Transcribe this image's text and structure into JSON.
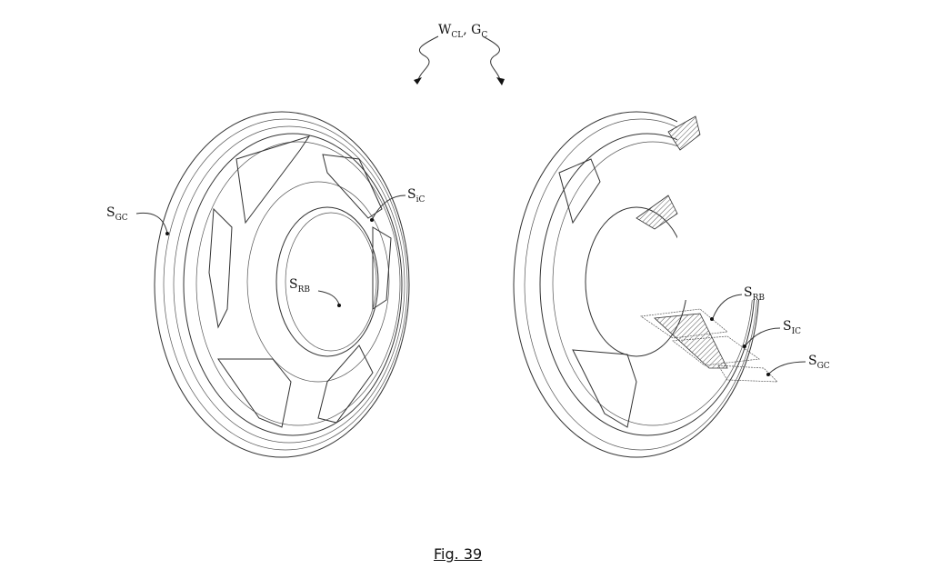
{
  "top_label": {
    "main_w": "W",
    "sub_w": "CL",
    "sep": ", ",
    "main_g": "G",
    "sub_g": "C"
  },
  "left_view": {
    "labels": [
      {
        "main": "S",
        "sub": "GC"
      },
      {
        "main": "S",
        "sub": "iC"
      },
      {
        "main": "S",
        "sub": "RB"
      }
    ]
  },
  "right_view": {
    "labels": [
      {
        "main": "S",
        "sub": "RB"
      },
      {
        "main": "S",
        "sub": "IC"
      },
      {
        "main": "S",
        "sub": "GC"
      }
    ]
  },
  "caption": "Fig. 39"
}
